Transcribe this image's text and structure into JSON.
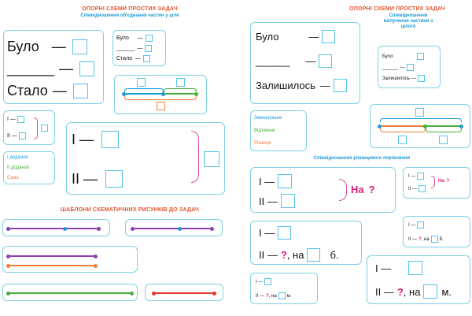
{
  "colors": {
    "frame": "#7fd0ea",
    "square": "#55c4e6",
    "title": "#e3542c",
    "subtitle": "#1c9ad6",
    "purple": "#8e3fb0",
    "green": "#4aae3a",
    "orange": "#f07f3c",
    "blue": "#1c9ad6",
    "pink": "#e0187a",
    "brace": "#d64a9c"
  },
  "left": {
    "title": "ОПОРНІ СХЕМИ ПРОСТИХ ЗАДАЧ",
    "subtitle": "Співвідношення об'єднання частин у ціле",
    "box1": {
      "row1": "Було",
      "row2": "______",
      "row3": "Стало",
      "dash": "—"
    },
    "box2": {
      "row1": "Було",
      "row2": "______",
      "row3": "Стало",
      "dash": "—"
    },
    "box4": {
      "row1": "I —",
      "row2": "II —"
    },
    "box5": {
      "row1": "I —",
      "row2": "II —"
    },
    "legend": {
      "a": "І доданок",
      "b": "ІІ доданок",
      "c": "Сума"
    },
    "templates_title": "ШАБЛОНИ СХЕМАТИЧНИХ РИСУНКІВ ДО ЗАДАЧ"
  },
  "right": {
    "title": "ОПОРНІ СХЕМИ ПРОСТИХ ЗАДАЧ",
    "subtitle": "Співвідношення вилучення частини з цілого",
    "box1": {
      "row1": "Було",
      "row2": "______",
      "row3": "Залишилось",
      "dash": "—"
    },
    "box2": {
      "row1": "Було",
      "row2": "______",
      "row3": "Залишилось",
      "dash": "—"
    },
    "legend": {
      "a": "Зменшуване",
      "b": "Від'ємник",
      "c": "Різниця"
    },
    "diff_title": "Співвідношення різницевого порівняння",
    "diff1": {
      "row1": "I —",
      "row2": "II —",
      "on": "На",
      "q": "?"
    },
    "diff2": {
      "row1": "I —",
      "row2": "II —",
      "on": "На",
      "q": "?"
    },
    "diff3": {
      "row1": "I —",
      "row2": "II —",
      "q": "?",
      "on": ", на",
      "unit": "б."
    },
    "diff4": {
      "row1": "I —",
      "row2": "II —",
      "q": "?",
      "on": ", на",
      "unit": "б."
    },
    "diff5": {
      "row1": "I —",
      "row2": "II —",
      "q": "?",
      "on": ", на",
      "unit": "м."
    },
    "diff6": {
      "row1": "I —",
      "row2": "II —",
      "q": "?",
      "on": ", на",
      "unit": "м."
    }
  }
}
